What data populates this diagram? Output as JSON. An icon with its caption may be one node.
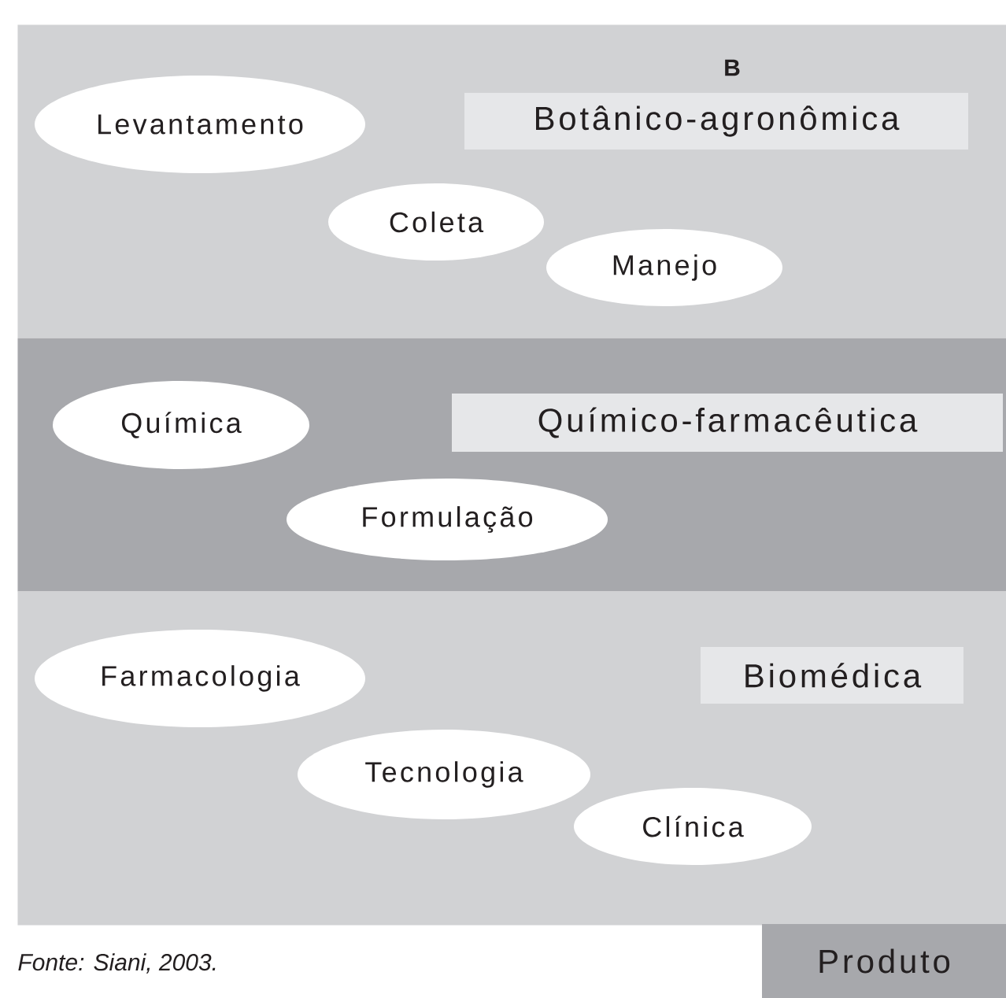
{
  "diagram": {
    "caption": "Fonte: Siani, 2003.",
    "nodes": [
      {
        "text": [
          "Botânico-agronômica"
        ]
      },
      {
        "text": [
          "Levantamento"
        ],
        "in": 0
      },
      {
        "text": [
          "Coleta"
        ],
        "in": 0
      },
      {
        "text": [
          "Manejo"
        ],
        "in": 0
      },
      {
        "text": [
          "Químico-farmacêutica"
        ]
      },
      {
        "text": [
          "Química"
        ],
        "in": 4
      },
      {
        "text": [
          "Formulação"
        ],
        "in": 4
      },
      {
        "text": [
          "Biomédica"
        ]
      },
      {
        "text": [
          "Farmacologia"
        ],
        "in": 7
      },
      {
        "text": [
          "Tecnologia"
        ],
        "in": 7
      },
      {
        "text": [
          "Clínica"
        ],
        "in": 7
      },
      {
        "text": [
          "Produto"
        ]
      }
    ],
    "labels": [
      "B"
    ]
  }
}
